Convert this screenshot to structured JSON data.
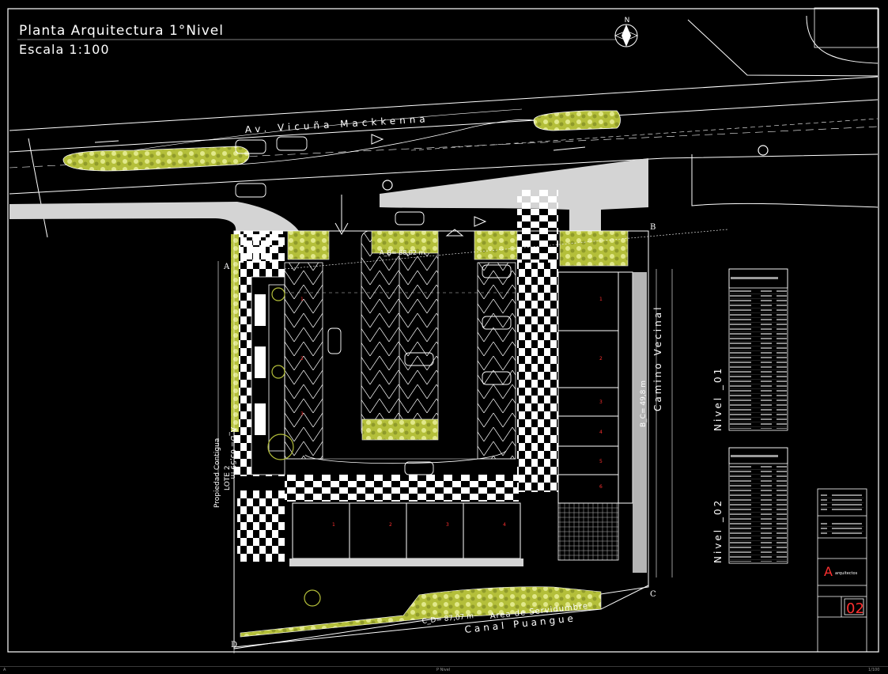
{
  "title": {
    "main": "Planta Arquitectura 1°Nivel",
    "scale": "Escala 1:100"
  },
  "north": "N",
  "streets": {
    "avenue": "Av. Vicuña Mackkenna",
    "canal": "Canal Puangue",
    "servitude": "Area de Servidumbre",
    "vecinal": "Camino Vecinal",
    "contigua": "Propiedad Contigua",
    "lote": "LOTE 2"
  },
  "dimensions": {
    "top": "A_B= 88,02 m",
    "right": "B_C= 49,8 m",
    "left": "A_D= 65,59 m",
    "bottom": "C_D= 87,07 m"
  },
  "points": {
    "a": "A",
    "b": "B",
    "c": "C",
    "d": "D"
  },
  "levels": {
    "n1": "Nivel _01",
    "n2": "Nivel _02"
  },
  "title_block": {
    "sheet": "02",
    "firm": "A",
    "firm_suffix": "arquitectos"
  },
  "tabs": {
    "left": "A",
    "center": "P Nivel",
    "right": "1/100"
  },
  "colors": {
    "background": "#000000",
    "lines": "#ffffff",
    "vegetation": "#b4bf3a",
    "surface": "#d4d4d4",
    "accent": "#ff3030"
  }
}
